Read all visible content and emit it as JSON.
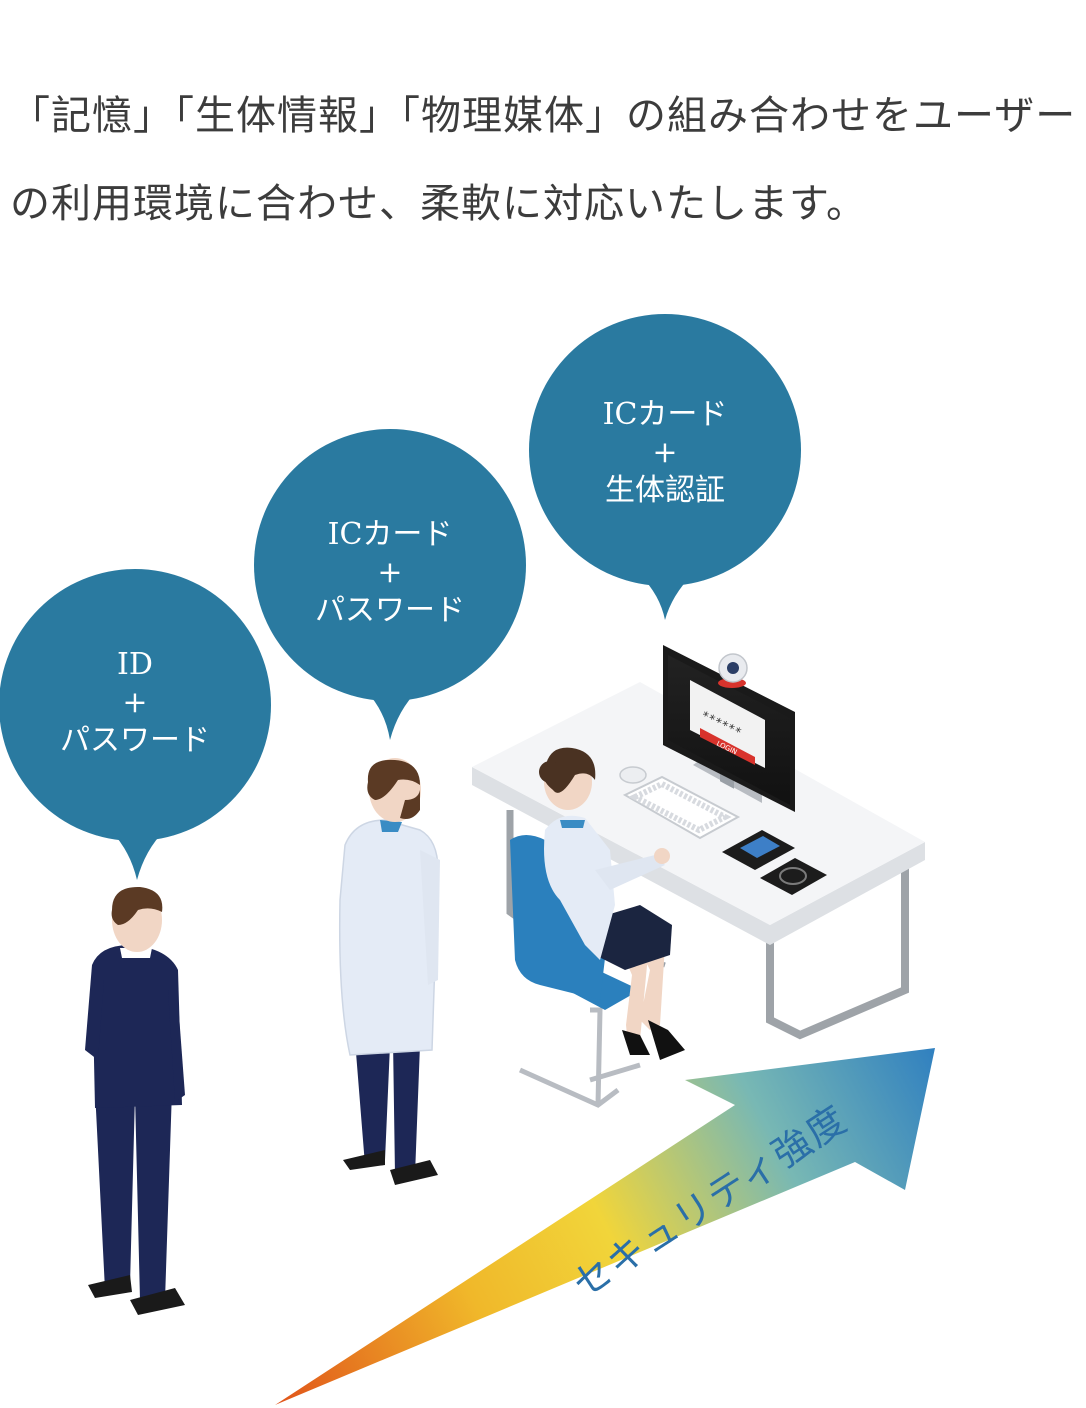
{
  "intro": {
    "line1": "「記憶」「生体情報」「物理媒体」の組み合わせをユーザー",
    "line2": "の利用環境に合わせ、柔軟に対応いたします。"
  },
  "bubbles": [
    {
      "line1": "ID",
      "line2": "+",
      "line3": "パスワード"
    },
    {
      "line1": "ICカード",
      "line2": "+",
      "line3": "パスワード"
    },
    {
      "line1": "ICカード",
      "line2": "+",
      "line3": "生体認証"
    }
  ],
  "arrow": {
    "label": "セキュリティ強度",
    "gradient": [
      "#e0521a",
      "#f0b82a",
      "#f1d53a",
      "#78b8b4",
      "#2f7fc0"
    ]
  },
  "monitor": {
    "password_mask": "******",
    "login_label": "LOGIN"
  },
  "colors": {
    "bubble": "#2a7aa0",
    "suit": "#1d2756",
    "chair": "#2b80bd",
    "desk": "#f4f5f7"
  }
}
